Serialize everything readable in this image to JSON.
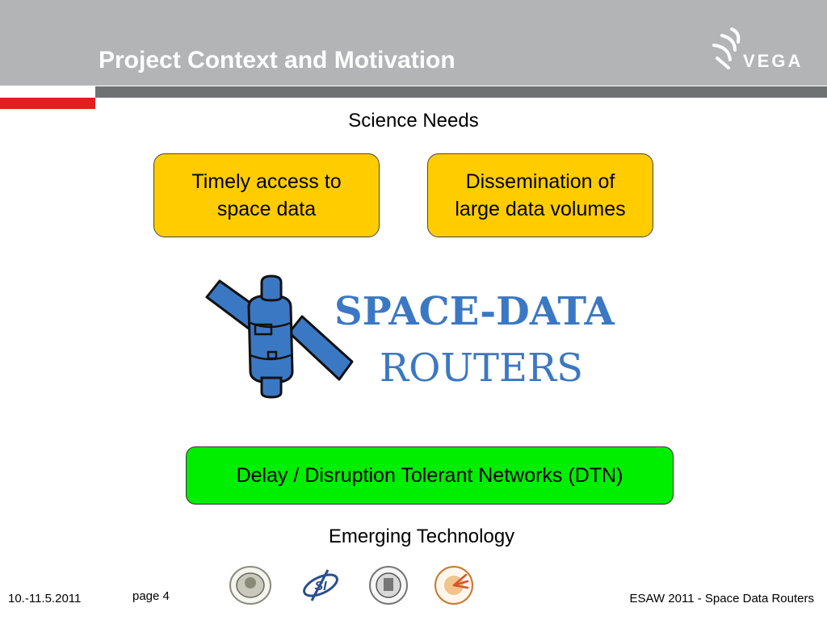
{
  "header": {
    "title": "Project Context and Motivation",
    "logo_text": "VEGA"
  },
  "top_label": "Science Needs",
  "needs": [
    {
      "line1": "Timely access to",
      "line2": "space data"
    },
    {
      "line1": "Dissemination of",
      "line2": "large data volumes"
    }
  ],
  "project_logo": {
    "line1": "SPACE-DATA",
    "line2": "ROUTERS"
  },
  "technology_box": "Delay / Disruption Tolerant Networks (DTN)",
  "bottom_label": "Emerging Technology",
  "footer": {
    "date": "10.-11.5.2011",
    "page": "page 4",
    "event": "ESAW 2011 - Space Data Routers",
    "partner_logo_text": "SI"
  },
  "colors": {
    "header_gray": "#b2b4b5",
    "rule_gray": "#6f7273",
    "accent_red": "#e02020",
    "need_yellow": "#ffcc00",
    "tech_green": "#00ee00",
    "logo_blue": "#3b78c4"
  }
}
